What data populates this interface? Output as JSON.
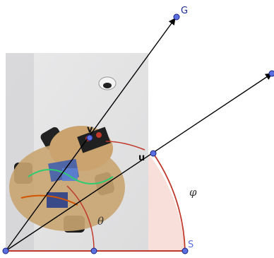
{
  "labels": {
    "g": "G",
    "u": "u",
    "s": "S",
    "v": "v",
    "theta": "θ",
    "phi": "φ"
  },
  "colors": {
    "vector": "#000000",
    "arc": "#c0392b",
    "sector_fill": "#f7dcd6",
    "point_fill": "#5b6fe0",
    "point_stroke": "#1a237e",
    "axis": "#c0392b"
  },
  "photo": {
    "subject": "robot-car-top-view"
  }
}
